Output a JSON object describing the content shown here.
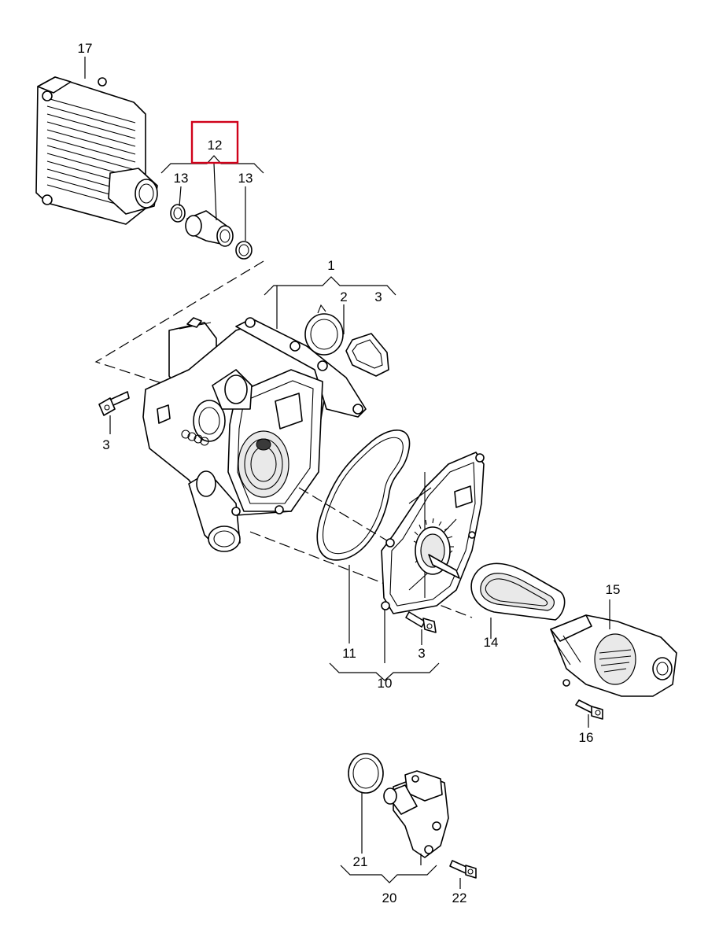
{
  "diagram": {
    "highlight_color": "#d0021b",
    "labels": {
      "p17": "17",
      "p12": "12",
      "p13a": "13",
      "p13b": "13",
      "p1": "1",
      "p2": "2",
      "p3a": "3",
      "p3b": "3",
      "p3c": "3",
      "p11": "11",
      "p10": "10",
      "p14": "14",
      "p15": "15",
      "p16": "16",
      "p21": "21",
      "p20": "20",
      "p22": "22"
    }
  }
}
